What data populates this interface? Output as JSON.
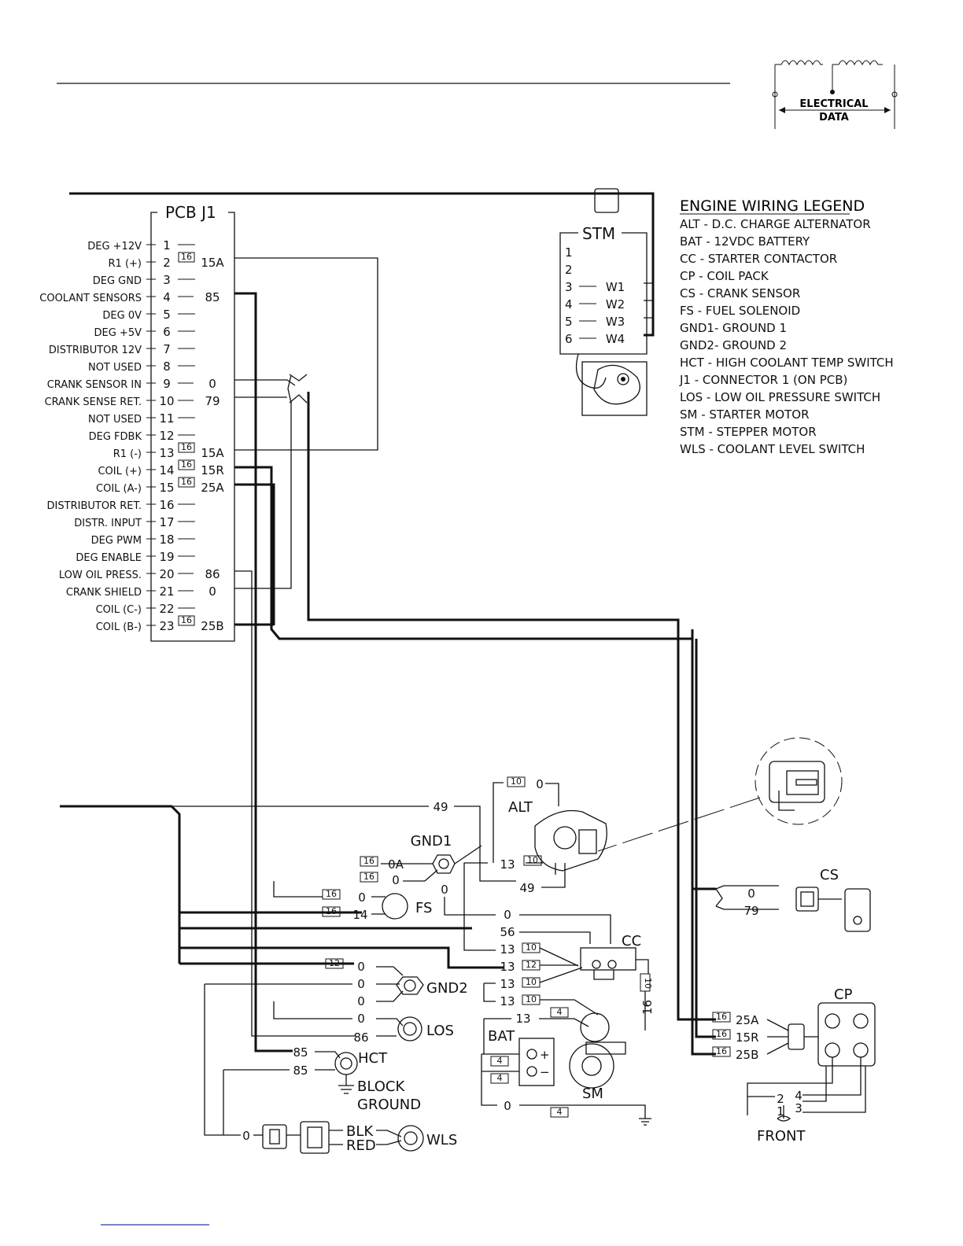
{
  "badge": {
    "line1": "ELECTRICAL",
    "line2": "DATA"
  },
  "pcb": {
    "title": "PCB J1",
    "pins": [
      {
        "num": "1",
        "label": "DEG +12V",
        "wire": "",
        "gauge": ""
      },
      {
        "num": "2",
        "label": "R1 (+)",
        "wire": "15A",
        "gauge": "16"
      },
      {
        "num": "3",
        "label": "DEG GND",
        "wire": "",
        "gauge": ""
      },
      {
        "num": "4",
        "label": "COOLANT SENSORS",
        "wire": "85",
        "gauge": ""
      },
      {
        "num": "5",
        "label": "DEG 0V",
        "wire": "",
        "gauge": ""
      },
      {
        "num": "6",
        "label": "DEG +5V",
        "wire": "",
        "gauge": ""
      },
      {
        "num": "7",
        "label": "DISTRIBUTOR 12V",
        "wire": "",
        "gauge": ""
      },
      {
        "num": "8",
        "label": "NOT USED",
        "wire": "",
        "gauge": ""
      },
      {
        "num": "9",
        "label": "CRANK SENSOR IN",
        "wire": "0",
        "gauge": ""
      },
      {
        "num": "10",
        "label": "CRANK SENSE RET.",
        "wire": "79",
        "gauge": ""
      },
      {
        "num": "11",
        "label": "NOT USED",
        "wire": "",
        "gauge": ""
      },
      {
        "num": "12",
        "label": "DEG FDBK",
        "wire": "",
        "gauge": ""
      },
      {
        "num": "13",
        "label": "R1 (-)",
        "wire": "15A",
        "gauge": "16"
      },
      {
        "num": "14",
        "label": "COIL (+)",
        "wire": "15R",
        "gauge": "16"
      },
      {
        "num": "15",
        "label": "COIL (A-)",
        "wire": "25A",
        "gauge": "16"
      },
      {
        "num": "16",
        "label": "DISTRIBUTOR RET.",
        "wire": "",
        "gauge": ""
      },
      {
        "num": "17",
        "label": "DISTR. INPUT",
        "wire": "",
        "gauge": ""
      },
      {
        "num": "18",
        "label": "DEG PWM",
        "wire": "",
        "gauge": ""
      },
      {
        "num": "19",
        "label": "DEG ENABLE",
        "wire": "",
        "gauge": ""
      },
      {
        "num": "20",
        "label": "LOW OIL PRESS.",
        "wire": "86",
        "gauge": ""
      },
      {
        "num": "21",
        "label": "CRANK SHIELD",
        "wire": "0",
        "gauge": ""
      },
      {
        "num": "22",
        "label": "COIL (C-)",
        "wire": "",
        "gauge": ""
      },
      {
        "num": "23",
        "label": "COIL (B-)",
        "wire": "25B",
        "gauge": "16"
      }
    ]
  },
  "stm": {
    "title": "STM",
    "pins": [
      {
        "num": "1",
        "wire": ""
      },
      {
        "num": "2",
        "wire": ""
      },
      {
        "num": "3",
        "wire": "W1"
      },
      {
        "num": "4",
        "wire": "W2"
      },
      {
        "num": "5",
        "wire": "W3"
      },
      {
        "num": "6",
        "wire": "W4"
      }
    ]
  },
  "legend": {
    "title": "ENGINE WIRING LEGEND",
    "items": [
      "ALT - D.C. CHARGE ALTERNATOR",
      "BAT - 12VDC BATTERY",
      "CC  - STARTER CONTACTOR",
      "CP  - COIL PACK",
      "CS  - CRANK SENSOR",
      "FS  - FUEL SOLENOID",
      "GND1- GROUND 1",
      "GND2- GROUND 2",
      "HCT - HIGH COOLANT TEMP SWITCH",
      "J1 -  CONNECTOR 1 (ON  PCB)",
      "LOS - LOW OIL PRESSURE SWITCH",
      "SM  - STARTER MOTOR",
      "STM - STEPPER MOTOR",
      "WLS - COOLANT LEVEL SWITCH"
    ]
  },
  "components": {
    "alt": "ALT",
    "gnd1": "GND1",
    "fs": "FS",
    "cc": "CC",
    "gnd2": "GND2",
    "los": "LOS",
    "hct": "HCT",
    "bat": "BAT",
    "sm": "SM",
    "wls": "WLS",
    "cs": "CS",
    "cp": "CP",
    "front": "FRONT",
    "block_ground_1": "BLOCK",
    "block_ground_2": "GROUND",
    "blk": "BLK",
    "red": "RED"
  },
  "wires": {
    "w49a": "49",
    "alt_0": "0",
    "alt_g10": "10",
    "gnd1_0a": "0A",
    "gnd1_0": "0",
    "gnd1_g16a": "16",
    "gnd1_g16b": "16",
    "gnd1_0b": "0",
    "alt_13": "13",
    "alt_g10b": "10",
    "alt_49": "49",
    "fs_0": "0",
    "fs_14": "14",
    "fs_g16a": "16",
    "fs_g16b": "16",
    "cc_0": "0",
    "cc_56": "56",
    "cc_13a": "13",
    "cc_13b": "13",
    "cc_13c": "13",
    "cc_13d": "13",
    "cc_g10a": "10",
    "cc_g12": "12",
    "cc_g10b": "10",
    "cc_g10c": "10",
    "cc_g10d": "10",
    "cc_16": "16",
    "gnd2_0a": "0",
    "gnd2_0b": "0",
    "gnd2_0c": "0",
    "gnd2_0d": "0",
    "gnd2_g12": "12",
    "los_86": "86",
    "hct_85a": "85",
    "hct_85b": "85",
    "bat_13": "13",
    "bat_g4a": "4",
    "bat_g4b": "4",
    "bat_g4c": "4",
    "bat_g4d": "4",
    "bat_plus": "+",
    "bat_minus": "−",
    "bat_0": "0",
    "wls_0": "0",
    "cs_0": "0",
    "cs_79": "79",
    "cp_25a": "25A",
    "cp_15r": "15R",
    "cp_25b": "25B",
    "cp_g16a": "16",
    "cp_g16b": "16",
    "cp_g16c": "16",
    "cp_2": "2",
    "cp_4": "4",
    "cp_1": "1",
    "cp_3": "3"
  }
}
